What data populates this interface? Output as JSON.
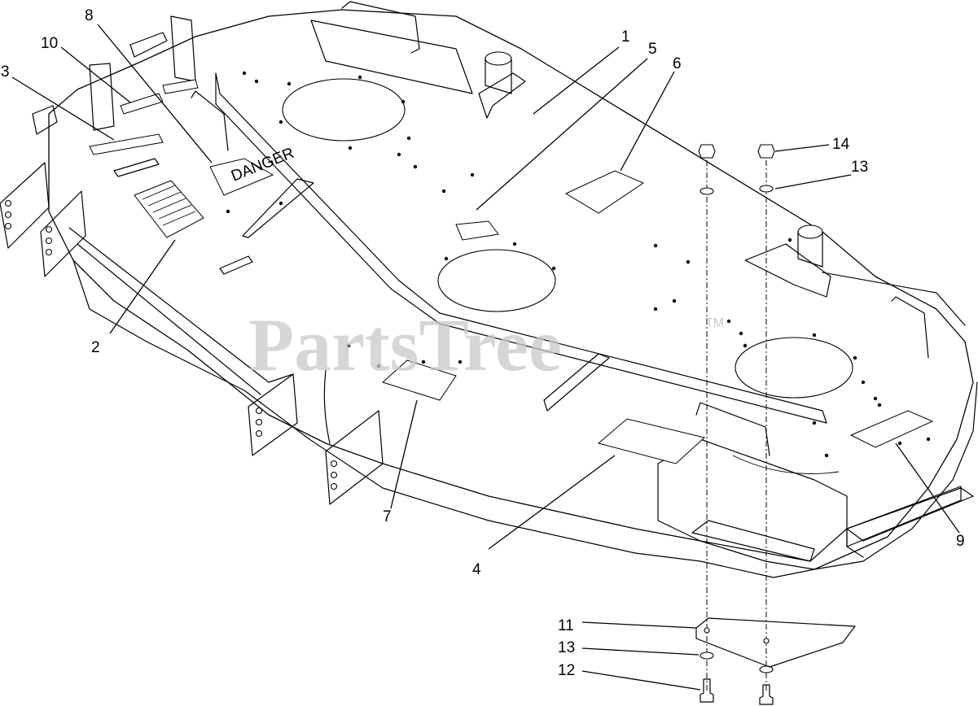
{
  "watermark": {
    "brand": "PartsTree",
    "trademark": "TM"
  },
  "decal_text": {
    "danger": "DANGER"
  },
  "callouts": [
    {
      "id": "1",
      "label": "1"
    },
    {
      "id": "2",
      "label": "2"
    },
    {
      "id": "3",
      "label": "3"
    },
    {
      "id": "4",
      "label": "4"
    },
    {
      "id": "5",
      "label": "5"
    },
    {
      "id": "6",
      "label": "6"
    },
    {
      "id": "7",
      "label": "7"
    },
    {
      "id": "8",
      "label": "8"
    },
    {
      "id": "9",
      "label": "9"
    },
    {
      "id": "10",
      "label": "10"
    },
    {
      "id": "11",
      "label": "11"
    },
    {
      "id": "12",
      "label": "12"
    },
    {
      "id": "13a",
      "label": "13"
    },
    {
      "id": "13b",
      "label": "13"
    },
    {
      "id": "14",
      "label": "14"
    }
  ]
}
